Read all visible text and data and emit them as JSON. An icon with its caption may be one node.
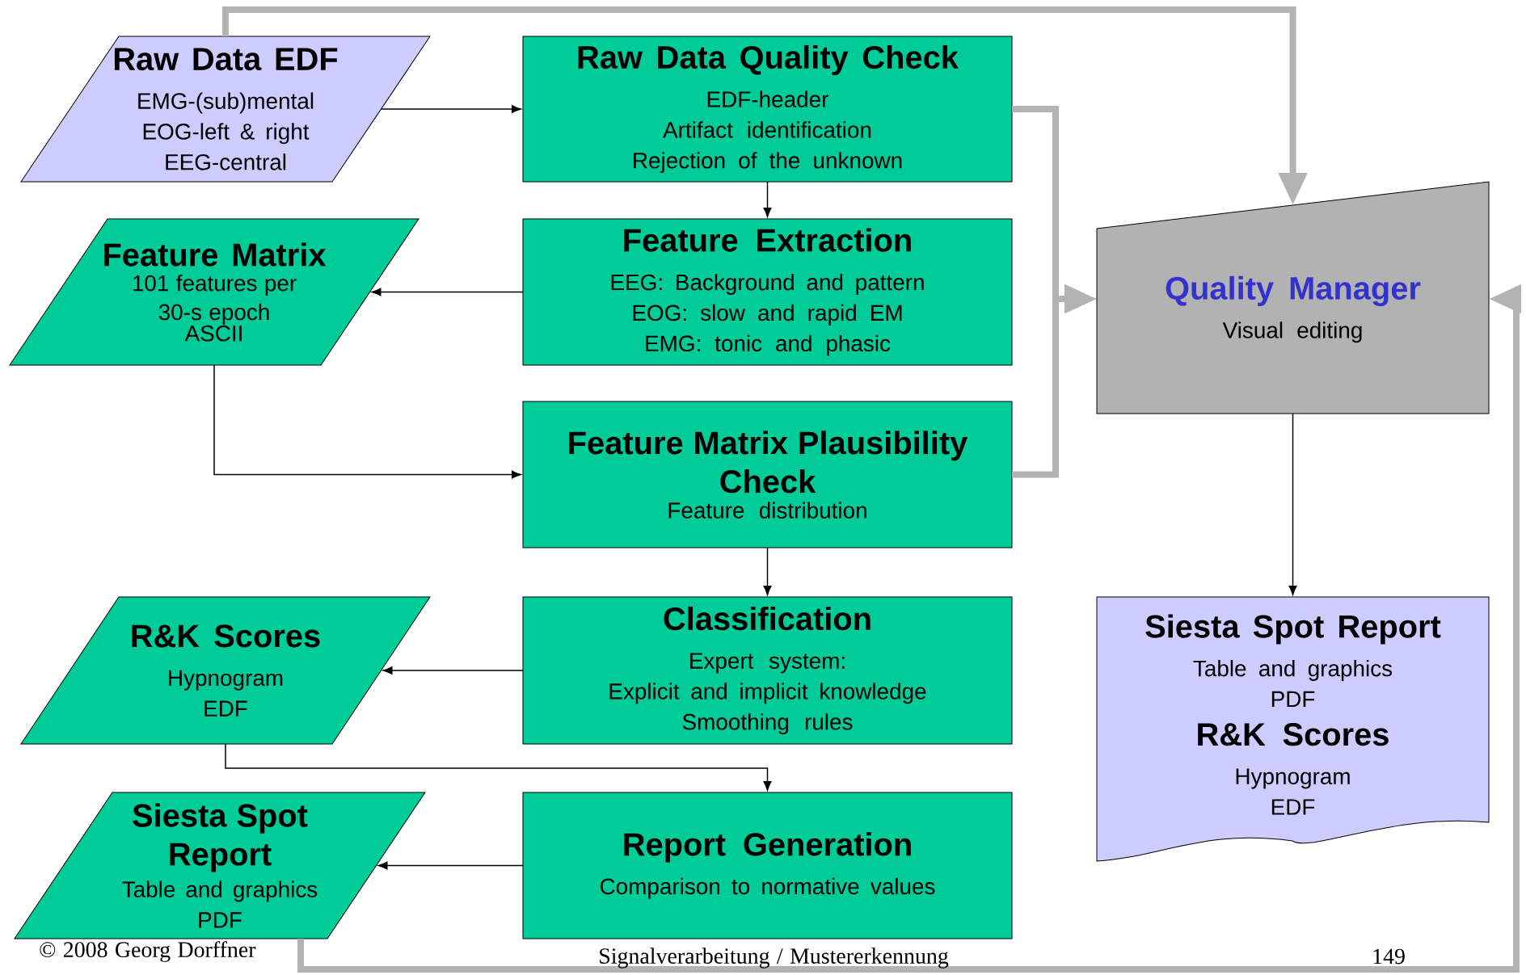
{
  "diagram": {
    "nodes": [
      {
        "text": [
          "Raw Data EDF",
          "EMG-(sub)mental",
          "EOG-left & right",
          "EEG-central"
        ]
      },
      {
        "text": [
          "Raw Data Quality Check",
          "EDF-header",
          "Artifact identification",
          "Rejection of the unknown"
        ]
      },
      {
        "text": [
          "Feature Matrix",
          "101 features per 30-s epoch",
          "ASCII"
        ]
      },
      {
        "text": [
          "Feature Extraction",
          "EEG: Background and pattern",
          "EOG: slow and rapid EM",
          "EMG: tonic and phasic"
        ]
      },
      {
        "text": [
          "Feature Matrix Plausibility Check",
          "Feature distribution"
        ]
      },
      {
        "text": [
          "Quality Manager",
          "Visual editing"
        ]
      },
      {
        "text": [
          "R&K Scores",
          "Hypnogram",
          "EDF"
        ]
      },
      {
        "text": [
          "Classification",
          "Expert system:",
          "Explicit and implicit knowledge",
          "Smoothing rules"
        ]
      },
      {
        "text": [
          "Siesta Spot Report",
          "Table and graphics",
          "PDF",
          "R&K Scores",
          "Hypnogram",
          "EDF"
        ]
      },
      {
        "text": [
          "Siesta Spot Report",
          "Table and graphics",
          "PDF"
        ]
      },
      {
        "text": [
          "Report Generation",
          "Comparison to normative values"
        ]
      }
    ],
    "edges": [
      {
        "from": 0,
        "to": 1,
        "arrow": "to"
      },
      {
        "from": 1,
        "to": 3,
        "arrow": "to"
      },
      {
        "from": 3,
        "to": 2,
        "arrow": "to"
      },
      {
        "from": 2,
        "to": 4,
        "arrow": "to"
      },
      {
        "from": 4,
        "to": 7,
        "arrow": "to"
      },
      {
        "from": 7,
        "to": 6,
        "arrow": "to"
      },
      {
        "from": 6,
        "to": 10,
        "arrow": "to"
      },
      {
        "from": 10,
        "to": 9,
        "arrow": "to"
      },
      {
        "from": 5,
        "to": 8,
        "arrow": "to"
      },
      {
        "from": 1,
        "to": 5,
        "arrow": "to",
        "style": "thick",
        "color": "#b3b3b3"
      },
      {
        "from": 4,
        "to": 5,
        "arrow": "to",
        "style": "thick",
        "color": "#b3b3b3"
      },
      {
        "from": 0,
        "to": 5,
        "arrow": "to",
        "style": "thick",
        "color": "#b3b3b3"
      },
      {
        "from": 9,
        "to": 5,
        "arrow": "to",
        "style": "thick",
        "color": "#b3b3b3"
      }
    ],
    "labels": [
      "© 2008 Georg Dorffner",
      "Signalverarbeitung / Mustererkennung",
      "149"
    ]
  }
}
